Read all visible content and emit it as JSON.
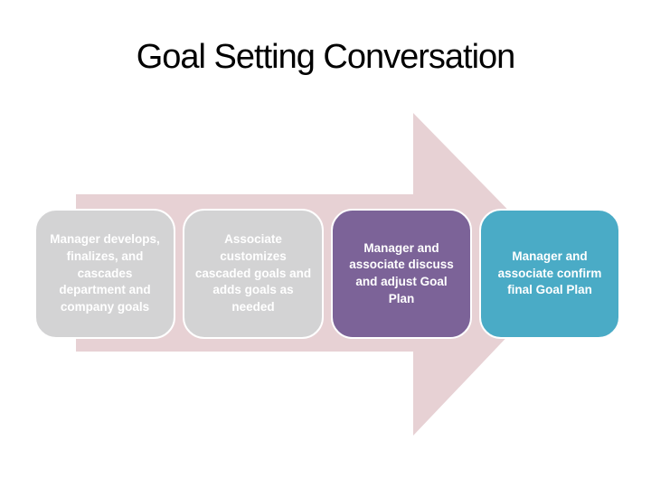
{
  "slide": {
    "title": "Goal Setting Conversation"
  },
  "colors": {
    "background": "#ffffff",
    "title_text": "#000000",
    "arrow": "#e7d1d4",
    "box_border": "#ffffff",
    "step_text": "#ffffff",
    "step_gray": "#d3d3d4",
    "step_purple": "#7c6398",
    "step_teal": "#4aabc6"
  },
  "diagram": {
    "type": "process-arrow",
    "direction": "right",
    "steps": [
      {
        "label": "Manager develops,\nfinalizes, and\ncascades\ndepartment and\ncompany goals",
        "color": "#d3d3d4"
      },
      {
        "label": "Associate\ncustomizes\ncascaded goals and\nadds goals as\nneeded",
        "color": "#d3d3d4"
      },
      {
        "label": "Manager and\nassociate discuss\nand adjust Goal\nPlan",
        "color": "#7c6398"
      },
      {
        "label": "Manager and\nassociate confirm\nfinal Goal Plan",
        "color": "#4aabc6"
      }
    ]
  }
}
